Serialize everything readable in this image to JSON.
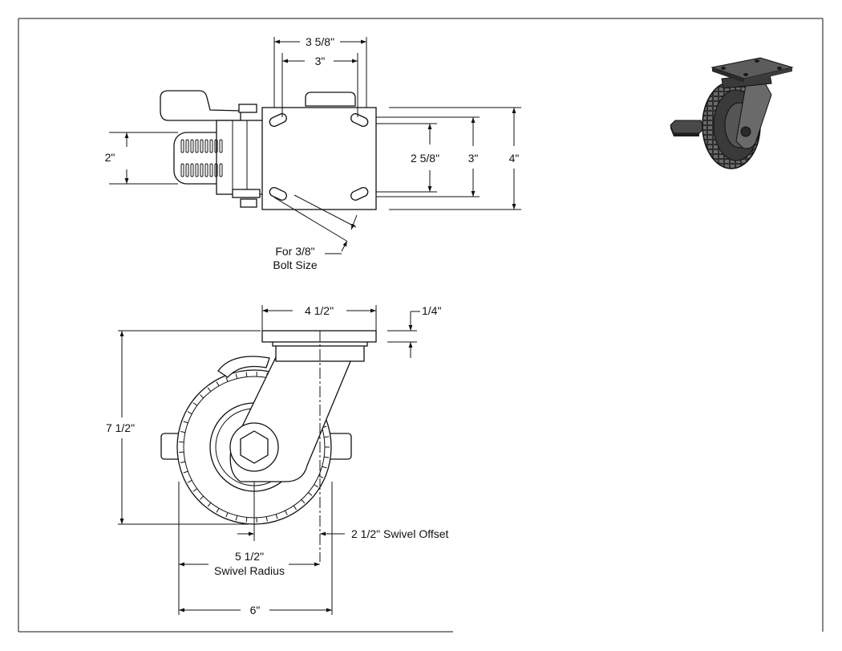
{
  "dimensions": {
    "plate_length": "3 5/8\"",
    "hole_spacing_long": "3\"",
    "wheel_width": "2\"",
    "hole_spacing_short": "2 5/8\"",
    "plate_width_holes": "3\"",
    "plate_width": "4\"",
    "bolt_note_line1": "For 3/8\"",
    "bolt_note_line2": "Bolt Size",
    "top_plate_length": "4 1/2\"",
    "plate_thickness": "1/4\"",
    "overall_height": "7 1/2\"",
    "swivel_offset": "2 1/2\" Swivel Offset",
    "swivel_radius_value": "5 1/2\"",
    "swivel_radius_label": "Swivel Radius",
    "wheel_diameter": "6\""
  }
}
